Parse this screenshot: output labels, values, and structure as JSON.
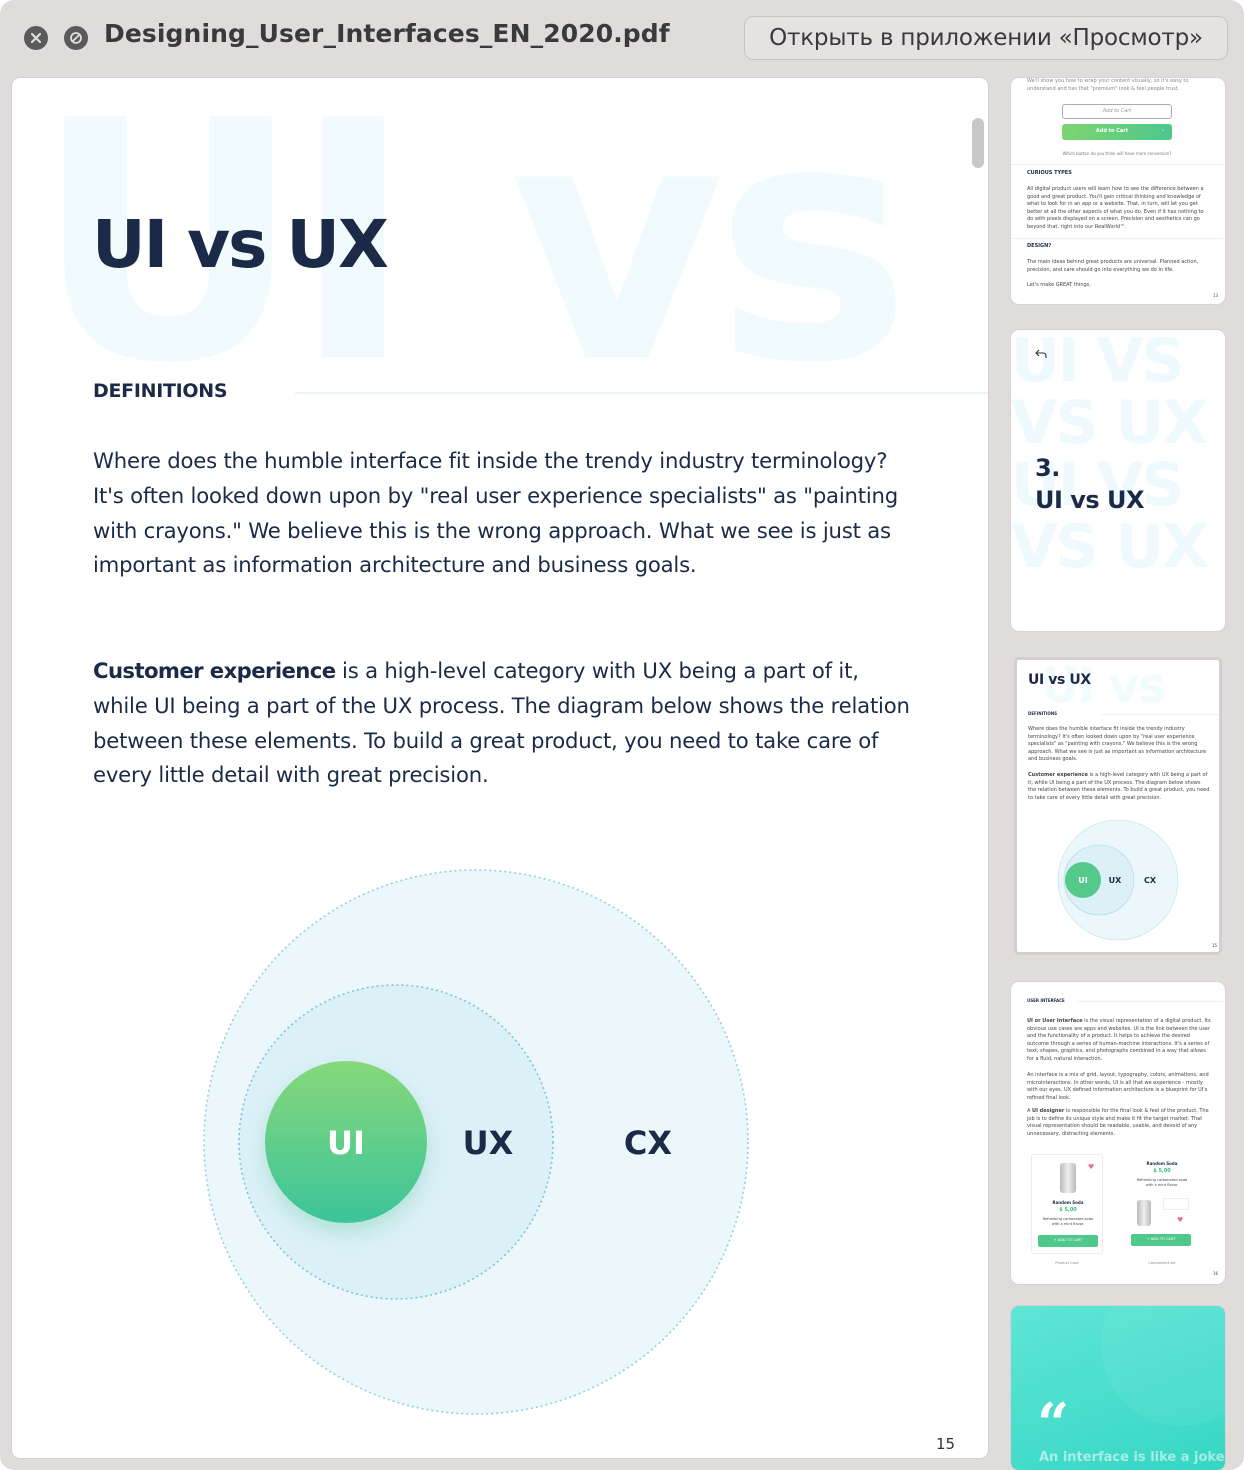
{
  "window": {
    "file_name": "Designing_User_Interfaces_EN_2020.pdf",
    "open_in_app_label": "Открыть в приложении «Просмотр»",
    "close_icon": "close-icon",
    "share_icon": "slash-circle-icon"
  },
  "page": {
    "watermark": "UI vs U",
    "heading": "UI vs UX",
    "section_label": "DEFINITIONS",
    "paragraph1": "Where does the humble interface fit inside the trendy industry terminology? It's often looked down upon by \"real user experience specialists\" as \"painting with crayons.\" We believe this is the wrong approach. What we see is just as important as information architecture and business goals.",
    "paragraph2_bold": "Customer experience",
    "paragraph2_rest": " is a high-level category with UX being a part of it, while UI being a part of the UX process. The diagram below shows the relation between these elements. To build a great product, you need to take care of every little detail with great precision.",
    "page_number": "15",
    "diagram": {
      "inner_label": "UI",
      "middle_label": "UX",
      "outer_label": "CX",
      "inner_color": "#5fcf7e",
      "label_color": "#1b2a47"
    }
  },
  "thumbnails": {
    "t1": {
      "intro": "We'll show you how to wrap your content visually, so it's easy to understand and has that \"premium\" look & feel people trust.",
      "input_placeholder": "Add to Cart",
      "button_label": "Add to Cart",
      "caption": "Which button do you think will have more conversion?",
      "section1": "CURIOUS TYPES",
      "body1": "All digital product users will learn how to see the difference between a good and great product. You'll gain critical thinking and knowledge of what to look for in an app or a website. That, in turn, will let you get better at all the other aspects of what you do. Even if it has nothing to do with pixels displayed on a screen. Precision and aesthetics can go beyond that, right into our RealWorld™.",
      "section2": "DESIGN?",
      "body2": "The main ideas behind great products are universal. Planned action, precision, and care should go into everything we do in life.",
      "body3": "Let's make GREAT things.",
      "page": "13"
    },
    "t2": {
      "watermark": "UI VS\nVS UX\nUI VS\nVS UX",
      "title": "3.\nUI vs UX",
      "back_icon": "back-arrow-icon"
    },
    "t3": {
      "watermark": "UI vs",
      "title": "UI vs UX",
      "section": "DEFINITIONS",
      "body1": "Where does the humble interface fit inside the trendy industry terminology? It's often looked down upon by \"real user experience specialists\" as \"painting with crayons.\" We believe this is the wrong approach. What we see is just as important as information architecture and business goals.",
      "body2_bold": "Customer experience",
      "body2_rest": " is a high-level category with UX being a part of it, while UI being a part of the UX process. The diagram below shows the relation between these elements. To build a great product, you need to take care of every little detail with great precision.",
      "ui": "UI",
      "ux": "UX",
      "cx": "CX",
      "page": "15"
    },
    "t4": {
      "section": "USER INTERFACE",
      "body1_bold": "UI or User Interface",
      "body1_rest": " is the visual representation of a digital product. Its obvious use cases are apps and websites. UI is the link between the user and the functionality of a product. It helps to achieve the desired outcome through a series of human-machine interactions. It's a series of text, shapes, graphics, and photographs combined in a way that allows for a fluid, natural interaction.",
      "body2": "An interface is a mix of grid, layout, typography, colors, animations, and microinteractions. In other words, UI is all that we experience - mostly with our eyes. UX defined information architecture is a blueprint for UI's refined final look.",
      "body3_pre": "A ",
      "body3_bold": "UI designer",
      "body3_rest": " is responsible for the final look & feel of the product. The job is to define its unique style and make it fit the target market. That visual representation should be readable, usable, and devoid of any unnecessary, distracting elements.",
      "card_name": "Random Soda",
      "card_price": "$ 5,00",
      "card_desc": "Refreshing carbonated soda with a mint flavor.",
      "card_button": "+ ADD TO CART",
      "caption_left": "Product Card",
      "caption_right": "Component set",
      "page": "16"
    },
    "t5": {
      "quote_mark": "“",
      "quote_text": "An interface is like a joke"
    }
  }
}
